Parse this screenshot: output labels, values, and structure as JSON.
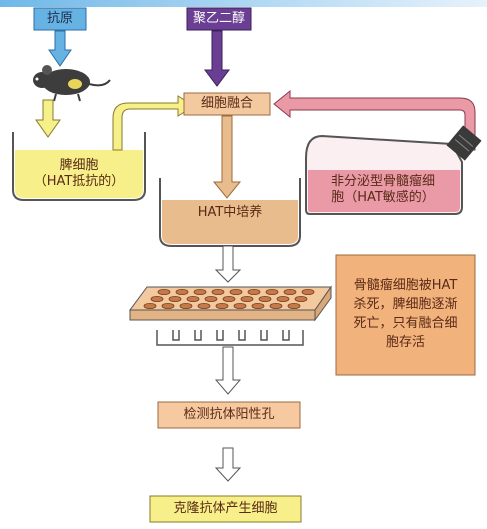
{
  "nodes": {
    "antigen": "抗原",
    "polyethylene_glycol": "聚乙二醇",
    "cell_fusion": "细胞融合",
    "spleen_cells": {
      "line1": "脾细胞",
      "line2": "（HAT抵抗的）"
    },
    "myeloma_cells": {
      "line1": "非分泌型骨髓瘤细",
      "line2": "胞（HAT敏感的）"
    },
    "hat_culture": "HAT中培养",
    "note": {
      "line1": "骨髓瘤细胞被HAT",
      "line2": "杀死，脾细胞逐渐",
      "line3": "死亡，只有融合细",
      "line4": "胞存活"
    },
    "detect_positive": "检测抗体阳性孔",
    "clone_cells": "克隆抗体产生细胞"
  },
  "colors": {
    "blue": "#66b3e3",
    "purple": "#6a3f93",
    "yellow": "#f6ef8a",
    "peach": "#f3c9a0",
    "tan": "#e8bc8c",
    "pink": "#e99aa6",
    "orange_box": "#f2b27c",
    "ink": "#5a2a16"
  }
}
